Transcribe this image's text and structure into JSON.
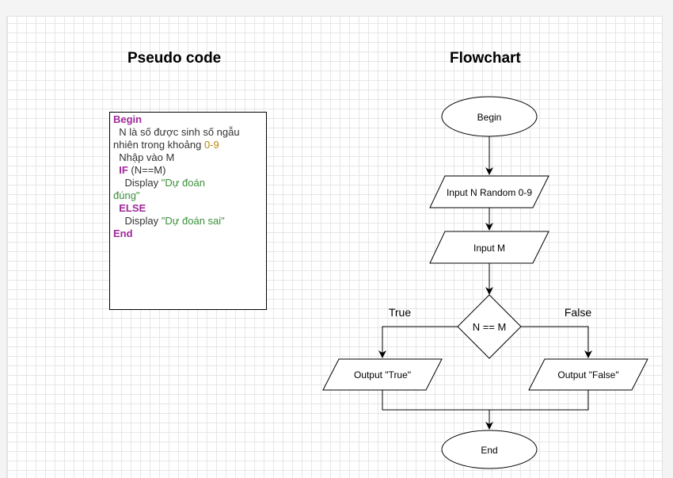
{
  "headings": {
    "pseudo": "Pseudo code",
    "flowchart": "Flowchart"
  },
  "pseudo": {
    "begin": "Begin",
    "line2": "N là số được sinh số ngẫu",
    "line3_text": "nhiên trong khoảng ",
    "line3_num": "0-9",
    "line4": "Nhập vào M",
    "if_kw": "IF",
    "if_cond": " (N==M)",
    "display1": "Display ",
    "display1_str_a": "\"Dự đoán",
    "display1_str_b": "đúng\"",
    "else_kw": "ELSE",
    "display2": "Display ",
    "display2_str": "\"Dự đoán sai\"",
    "end": "End"
  },
  "flowchart": {
    "begin": "Begin",
    "input_n": "Input N Random 0-9",
    "input_m": "Input M",
    "decision": "N == M",
    "true_label": "True",
    "false_label": "False",
    "output_true": "Output \"True\"",
    "output_false": "Output \"False\"",
    "end": "End"
  }
}
